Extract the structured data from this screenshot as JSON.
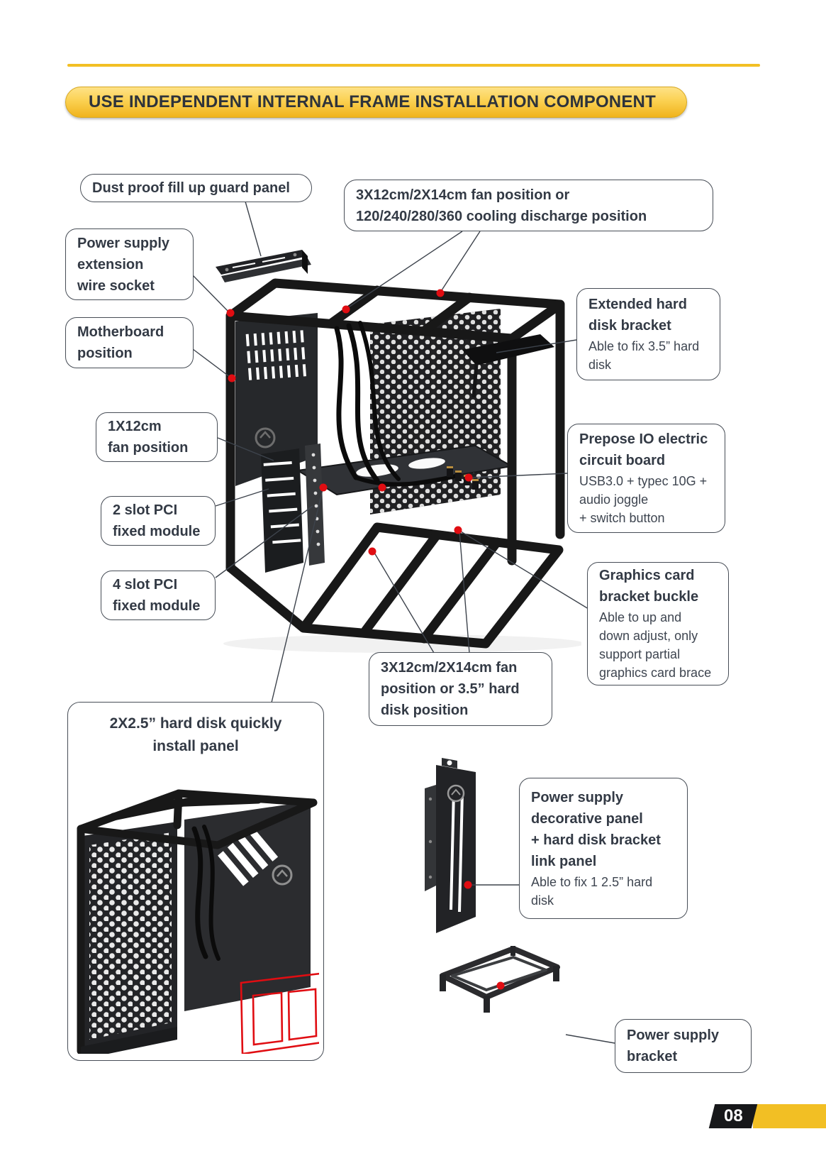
{
  "banner": {
    "title": "USE INDEPENDENT INTERNAL FRAME INSTALLATION COMPONENT"
  },
  "page_number": "08",
  "colors": {
    "accent_yellow": "#f2bf24",
    "callout_border": "#474d56",
    "title_text": "#333a45",
    "body_text": "#3e4550",
    "highlight_red": "#e00d12",
    "chassis_dark": "#1b1c1e"
  },
  "callouts": {
    "dust": {
      "title": "Dust proof fill up guard panel"
    },
    "top_fan": {
      "title": "3X12cm/2X14cm fan position or\n120/240/280/360 cooling discharge position"
    },
    "psu_ext": {
      "title": "Power supply\nextension\nwire socket"
    },
    "mobo": {
      "title": "Motherboard\nposition"
    },
    "ext_hdd": {
      "title": "Extended hard\ndisk bracket",
      "desc": "Able to fix 3.5” hard\ndisk"
    },
    "fan_1x12": {
      "title": "1X12cm\nfan position"
    },
    "prepose_io": {
      "title": "Prepose IO electric\ncircuit board",
      "desc": "USB3.0 + typec 10G +\naudio joggle\n+ switch button"
    },
    "pci_2": {
      "title": "2 slot PCI\nfixed module"
    },
    "pci_4": {
      "title": "4 slot PCI\nfixed module"
    },
    "gfx": {
      "title": "Graphics card\nbracket buckle",
      "desc": "Able to up and\ndown adjust, only\nsupport partial\ngraphics card brace"
    },
    "bottom_fan": {
      "title": "3X12cm/2X14cm  fan\nposition or 3.5” hard\ndisk position"
    },
    "hdd_25": {
      "title": "2X2.5” hard disk quickly\ninstall panel"
    },
    "psu_deco": {
      "title": "Power supply\ndecorative panel\n+ hard disk bracket\nlink panel",
      "desc": "Able to fix 1 2.5” hard\ndisk"
    },
    "psu_bracket": {
      "title": "Power supply\nbracket"
    }
  }
}
